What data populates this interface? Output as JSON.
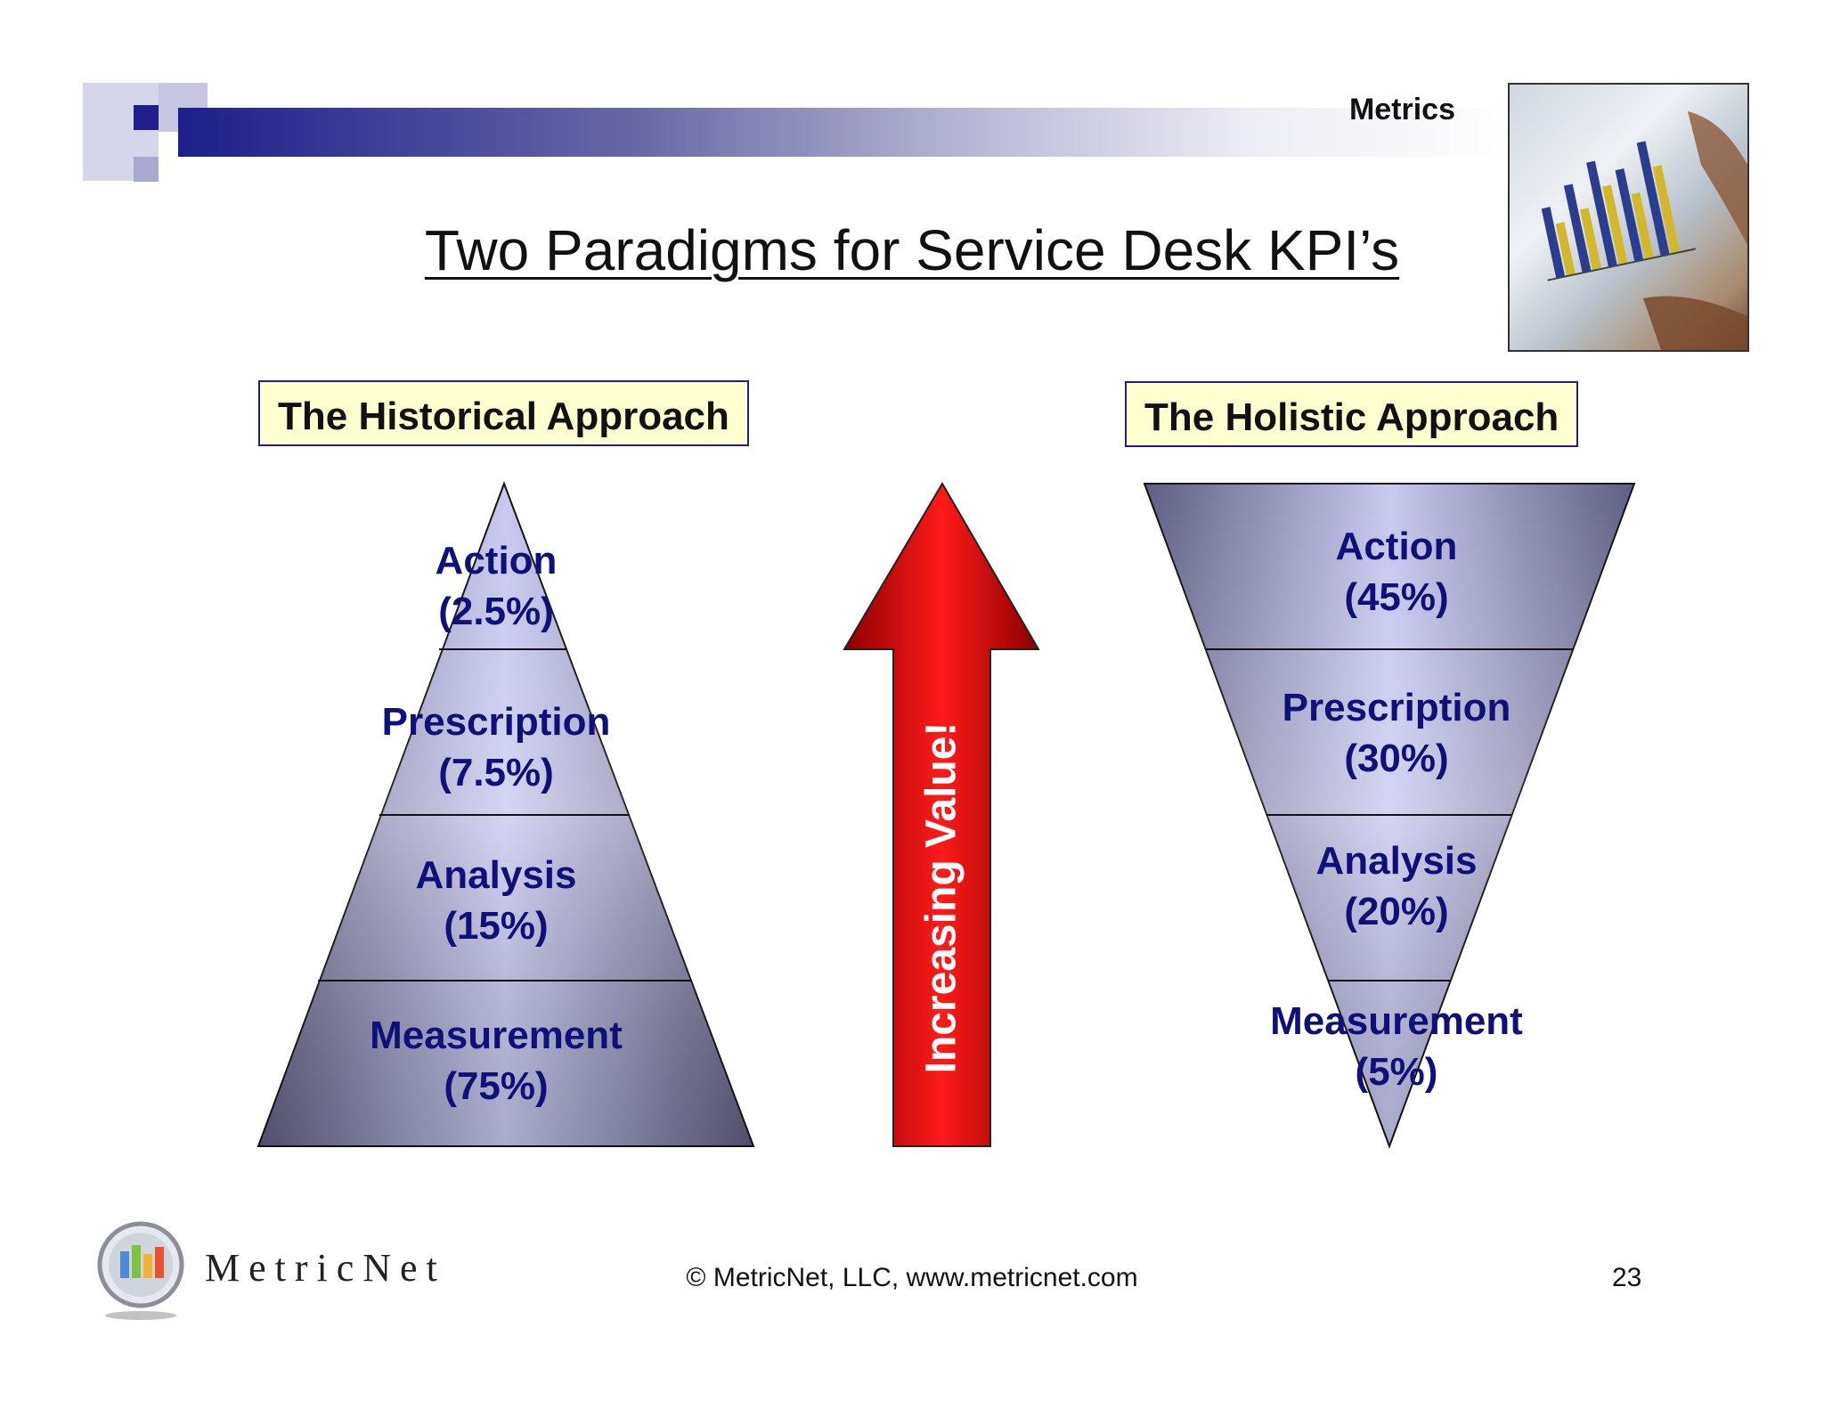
{
  "header": {
    "section_label": "Metrics",
    "title": "Two Paradigms for Service Desk KPI’s"
  },
  "historical": {
    "heading": "The Historical Approach",
    "tiers": [
      {
        "name": "Action",
        "share": "(2.5%)"
      },
      {
        "name": "Prescription",
        "share": "(7.5%)"
      },
      {
        "name": "Analysis",
        "share": "(15%)"
      },
      {
        "name": "Measurement",
        "share": "(75%)"
      }
    ]
  },
  "holistic": {
    "heading": "The Holistic Approach",
    "tiers": [
      {
        "name": "Action",
        "share": "(45%)"
      },
      {
        "name": "Prescription",
        "share": "(30%)"
      },
      {
        "name": "Analysis",
        "share": "(20%)"
      },
      {
        "name": "Measurement",
        "share": "(5%)"
      }
    ]
  },
  "arrow": {
    "label": "Increasing Value!"
  },
  "footer": {
    "logo_text": "MetricNet",
    "copyright": "© MetricNet, LLC, www.metricnet.com",
    "page_number": "23"
  },
  "colors": {
    "navy": "#1e1e8c",
    "label_navy": "#10107a",
    "box_fill": "#ffffd0",
    "arrow_red": "#cc0000"
  }
}
